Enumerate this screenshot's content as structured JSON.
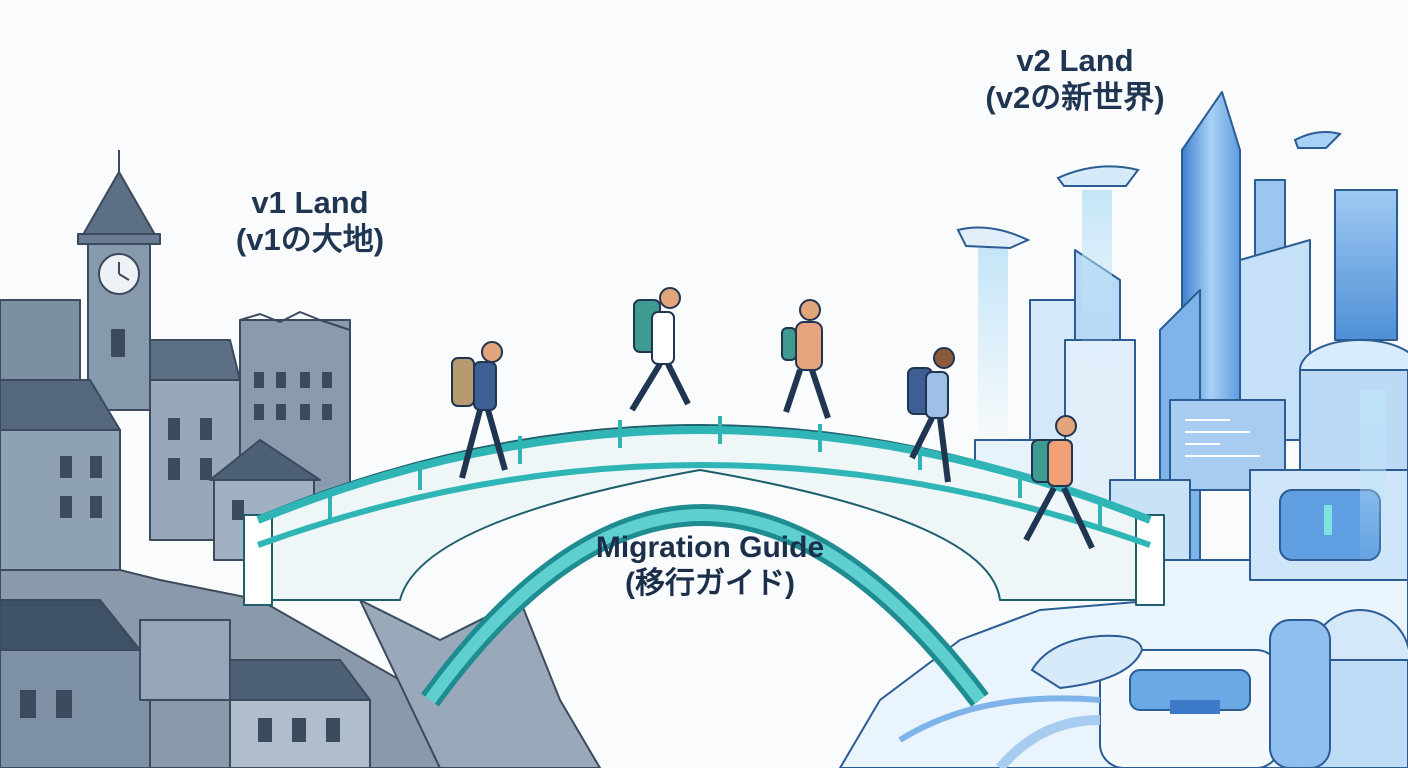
{
  "labels": {
    "v1_title": "v1 Land",
    "v1_subtitle": "(v1の大地)",
    "v2_title": "v2 Land",
    "v2_subtitle": "(v2の新世界)",
    "bridge_title": "Migration Guide",
    "bridge_subtitle": "(移行ガイド)"
  },
  "colors": {
    "old_town": "#7d8fa3",
    "old_town_dark": "#4e6076",
    "bridge_teal": "#2fb5b5",
    "future_city": "#6aa9e6",
    "future_city_light": "#cfe6fa",
    "text": "#1f3552"
  },
  "icons": [
    "clock-icon",
    "airship-icon",
    "flying-car-icon",
    "hover-car-icon"
  ]
}
